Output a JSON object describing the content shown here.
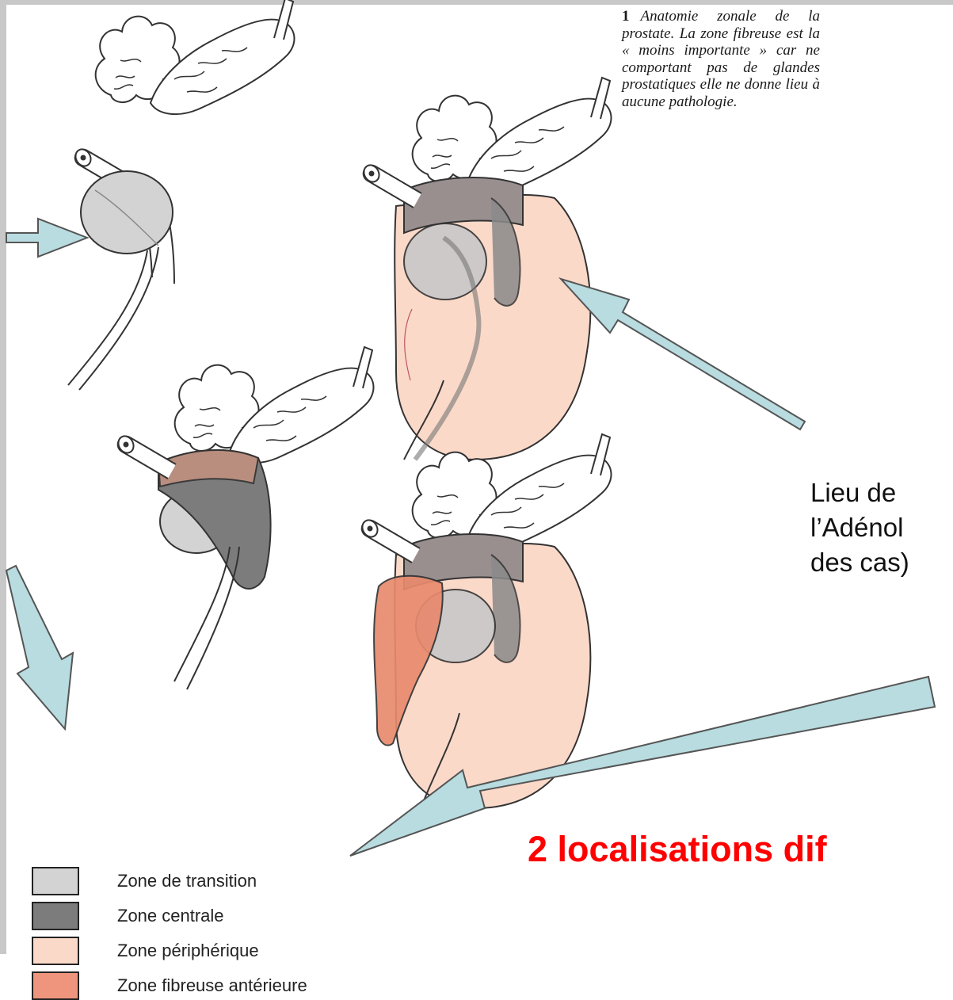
{
  "caption": {
    "number": "1",
    "text": "Anatomie zonale de la prostate. La zone fibreuse est la « moins importante » car ne comportant pas de glandes prostatiques elle ne donne lieu à aucune pathologie."
  },
  "side_note": {
    "line1": "Lieu de",
    "line2": "l’Adénol",
    "line3": "des cas)"
  },
  "big_claim": "2 localisations dif",
  "legend": [
    {
      "label": "Zone de transition",
      "color": "#d3d3d3"
    },
    {
      "label": "Zone centrale",
      "color": "#7c7c7c"
    },
    {
      "label": "Zone périphérique",
      "color": "#fbd9c9"
    },
    {
      "label": "Zone fibreuse antérieure",
      "color": "#f0957d"
    }
  ],
  "colors": {
    "arrow_fill": "#b8dce0",
    "arrow_stroke": "#555555",
    "claim_red": "#ff0000",
    "outline": "#333333"
  }
}
